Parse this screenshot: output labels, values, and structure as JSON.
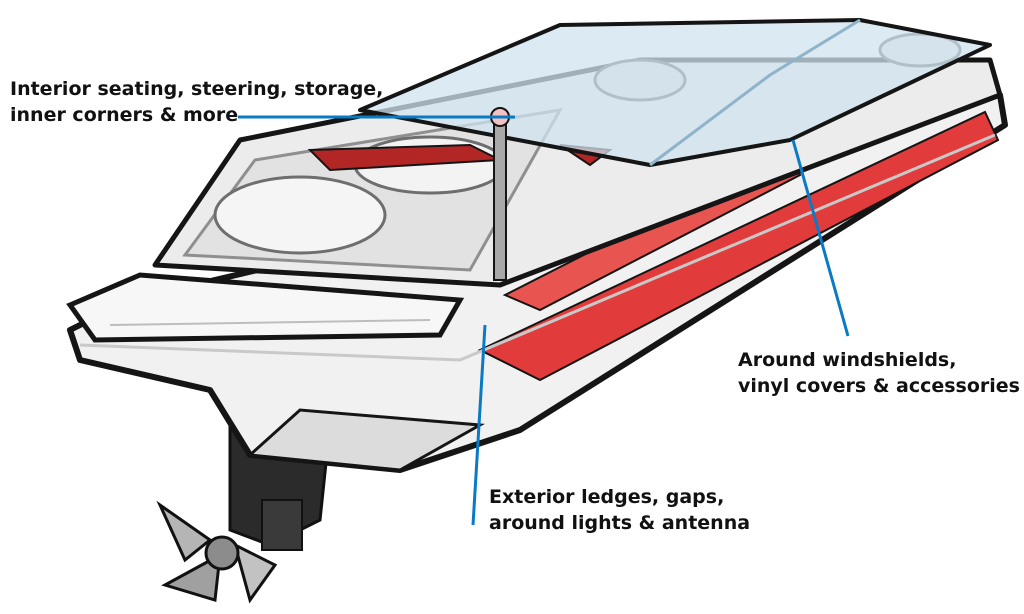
{
  "colors": {
    "callout_line": "#0a7ac4",
    "hull_stripe": "#e23b3b",
    "outline": "#151515",
    "glass": "#cfe3ef"
  },
  "illustration": {
    "subject": "boat-icon"
  },
  "callouts": {
    "interior": {
      "line1": "Interior seating, steering, storage,",
      "line2": "inner corners & more"
    },
    "windshield": {
      "line1": "Around windshields,",
      "line2": "vinyl covers & accessories"
    },
    "exterior": {
      "line1": "Exterior ledges, gaps,",
      "line2": "around lights & antenna"
    }
  }
}
